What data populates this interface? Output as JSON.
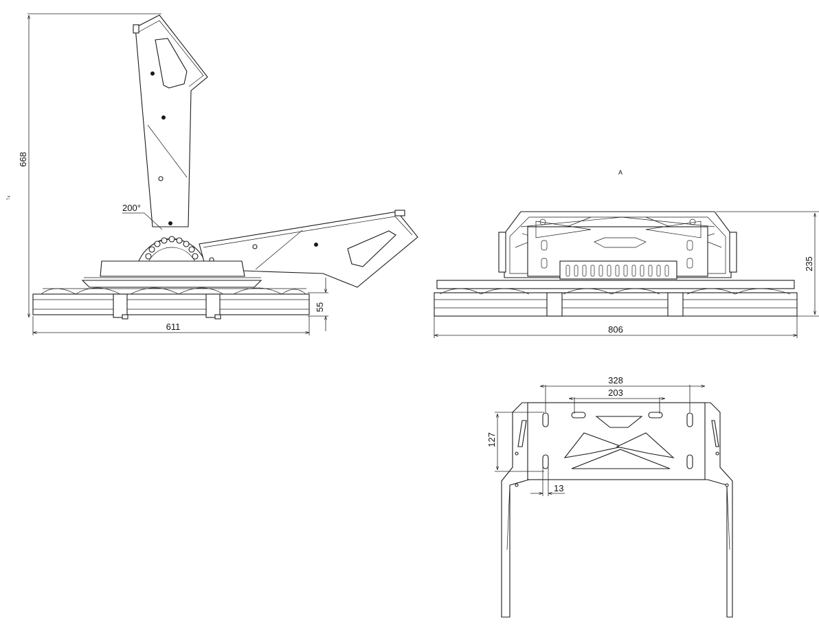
{
  "drawing": {
    "title": "Floodlight mounting bracket technical drawing",
    "views": {
      "side": {
        "angle_label": "200°",
        "height_label": "668",
        "width_label": "611",
        "base_height_label": "55",
        "small_mark": "↑ₓ"
      },
      "front": {
        "view_marker": "A",
        "height_label": "235",
        "width_label": "806"
      },
      "bracket": {
        "outer_spacing_label": "328",
        "inner_spacing_label": "203",
        "vertical_spacing_label": "127",
        "slot_width_label": "13"
      }
    }
  }
}
